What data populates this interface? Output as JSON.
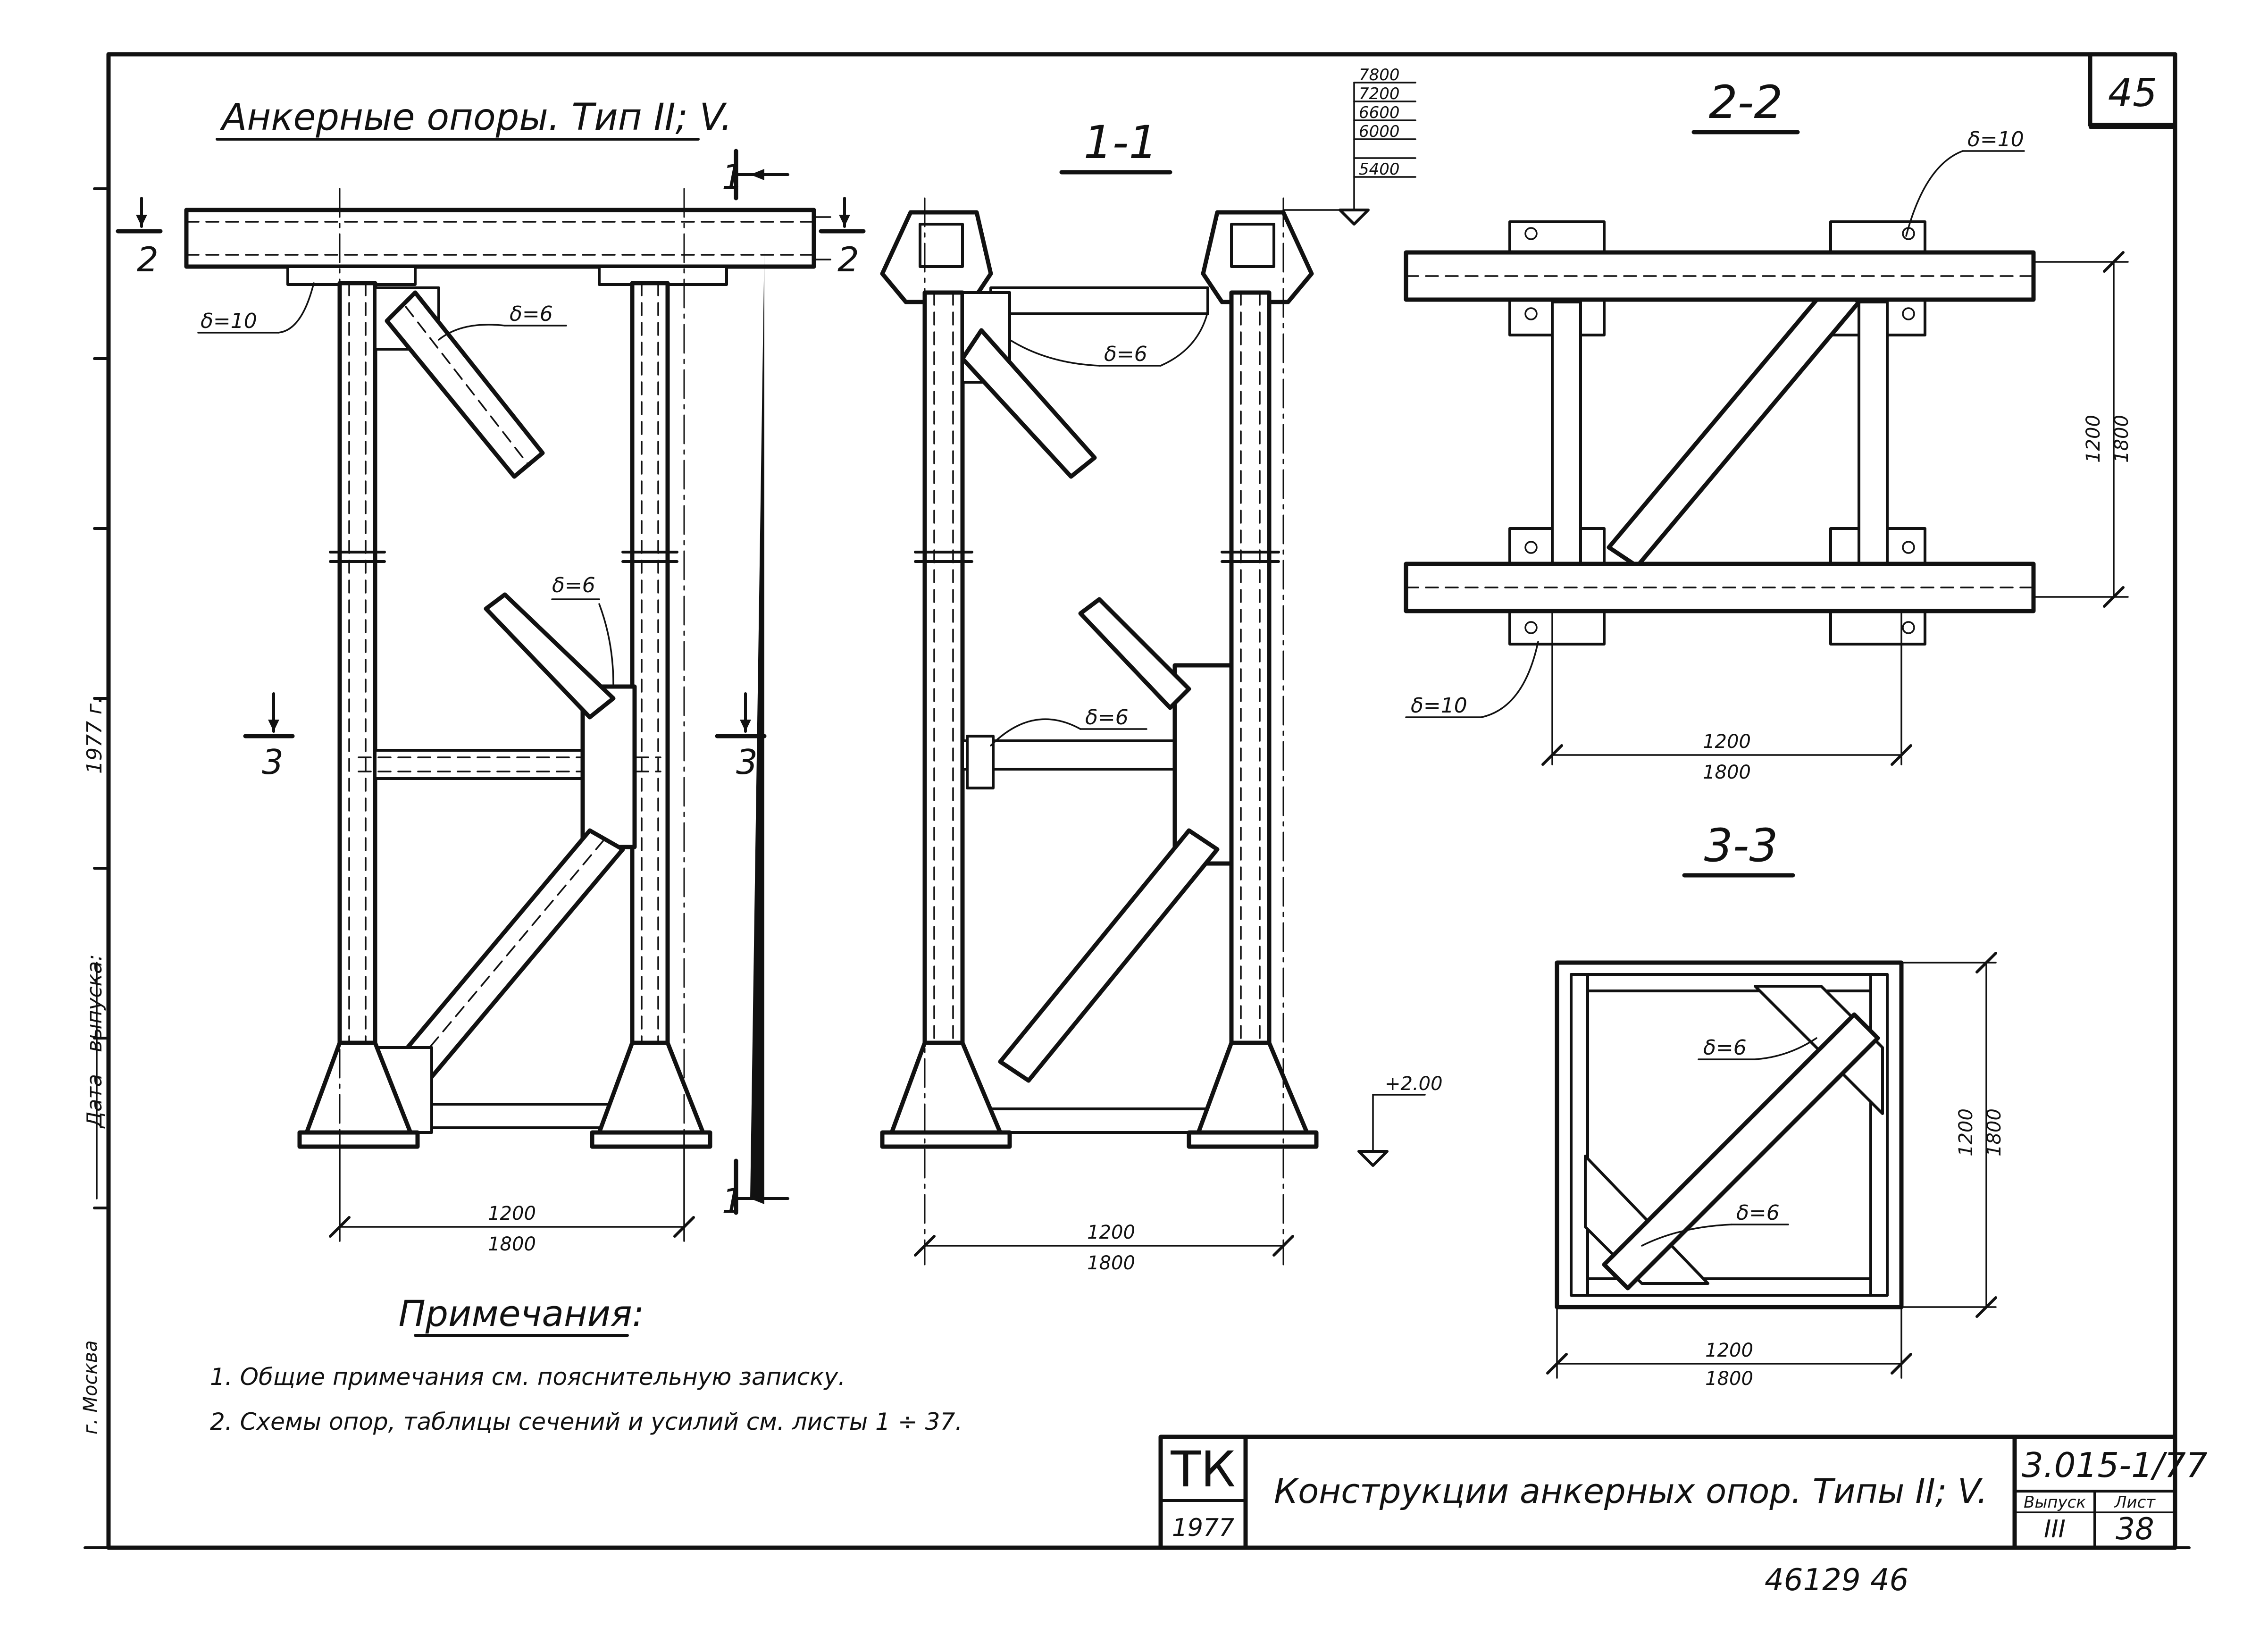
{
  "sheet": {
    "title": "Анкерные опоры. Тип II; V.",
    "sheet_corner_number": "45",
    "side_stamp": {
      "year": "1977 г.",
      "date_label": "Дата",
      "issued_label": "выпуска:",
      "city": "г. Москва"
    },
    "handwritten_numbers": "46129   46"
  },
  "elevations": {
    "top_marks": [
      "7800",
      "7200",
      "6600",
      "6000",
      "5400"
    ],
    "bottom_mark": "+2.00"
  },
  "sections": {
    "s1": "1-1",
    "s2": "2-2",
    "s3": "3-3",
    "cut1_label": "1",
    "cut2_label": "2",
    "cut3_label": "3"
  },
  "plates": {
    "d10": "δ=10",
    "d6": "δ=6"
  },
  "dimensions": {
    "d1200": "1200",
    "d1800": "1800"
  },
  "notes": {
    "heading": "Примечания:",
    "items": [
      "1. Общие примечания см. пояснительную записку.",
      "2. Схемы опор, таблицы сечений и усилий см. листы 1 ÷ 37."
    ]
  },
  "title_block": {
    "org": "ТК",
    "year": "1977",
    "description": "Конструкции анкерных опор. Типы II; V.",
    "series": "3.015-1/77",
    "issue_label": "Выпуск",
    "issue_value": "III",
    "sheet_label": "Лист",
    "sheet_value": "38"
  }
}
